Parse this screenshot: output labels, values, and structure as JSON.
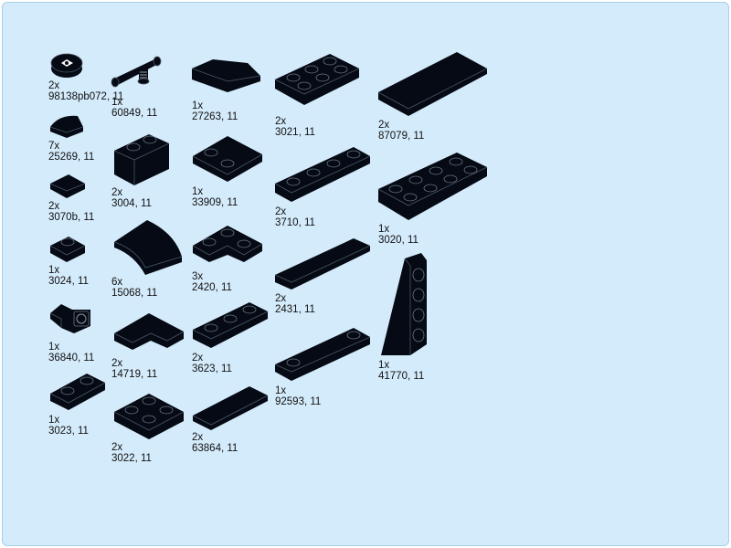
{
  "page": {
    "background": "#d4ebfb",
    "piece_color": "#050a14"
  },
  "parts": [
    {
      "qty": "2x",
      "id": "98138pb072, 11",
      "icon": "round-tile-printed-icon"
    },
    {
      "qty": "1x",
      "id": "60849, 11",
      "icon": "clip-bar-holder-icon"
    },
    {
      "qty": "1x",
      "id": "27263, 11",
      "icon": "corner-tile-icon"
    },
    {
      "qty": "2x",
      "id": "3021, 11",
      "icon": "plate-2x3-icon"
    },
    {
      "qty": "2x",
      "id": "87079, 11",
      "icon": "tile-2x4-icon"
    },
    {
      "qty": "7x",
      "id": "25269, 11",
      "icon": "quarter-round-tile-icon"
    },
    {
      "qty": "2x",
      "id": "3004, 11",
      "icon": "brick-1x2-icon"
    },
    {
      "qty": "1x",
      "id": "33909, 11",
      "icon": "tile-2x2-studs-icon"
    },
    {
      "qty": "2x",
      "id": "3710, 11",
      "icon": "plate-1x4-icon"
    },
    {
      "qty": "1x",
      "id": "3020, 11",
      "icon": "plate-2x4-icon"
    },
    {
      "qty": "2x",
      "id": "3070b, 11",
      "icon": "tile-1x1-icon"
    },
    {
      "qty": "6x",
      "id": "15068, 11",
      "icon": "curved-slope-icon"
    },
    {
      "qty": "3x",
      "id": "2420, 11",
      "icon": "corner-plate-icon"
    },
    {
      "qty": "2x",
      "id": "2431, 11",
      "icon": "tile-1x4-icon"
    },
    {
      "qty": "1x",
      "id": "41770, 11",
      "icon": "wedge-plate-icon"
    },
    {
      "qty": "1x",
      "id": "3024, 11",
      "icon": "plate-1x1-icon"
    },
    {
      "qty": "2x",
      "id": "14719, 11",
      "icon": "corner-tile-l-icon"
    },
    {
      "qty": "2x",
      "id": "3623, 11",
      "icon": "plate-1x3-icon"
    },
    {
      "qty": "1x",
      "id": "92593, 11",
      "icon": "plate-1x4-two-studs-icon"
    },
    {
      "qty": "1x",
      "id": "36840, 11",
      "icon": "bracket-icon"
    },
    {
      "qty": "2x",
      "id": "63864, 11",
      "icon": "tile-1x3-icon"
    },
    {
      "qty": "1x",
      "id": "3023, 11",
      "icon": "plate-1x2-icon"
    },
    {
      "qty": "2x",
      "id": "3022, 11",
      "icon": "plate-2x2-icon"
    }
  ]
}
